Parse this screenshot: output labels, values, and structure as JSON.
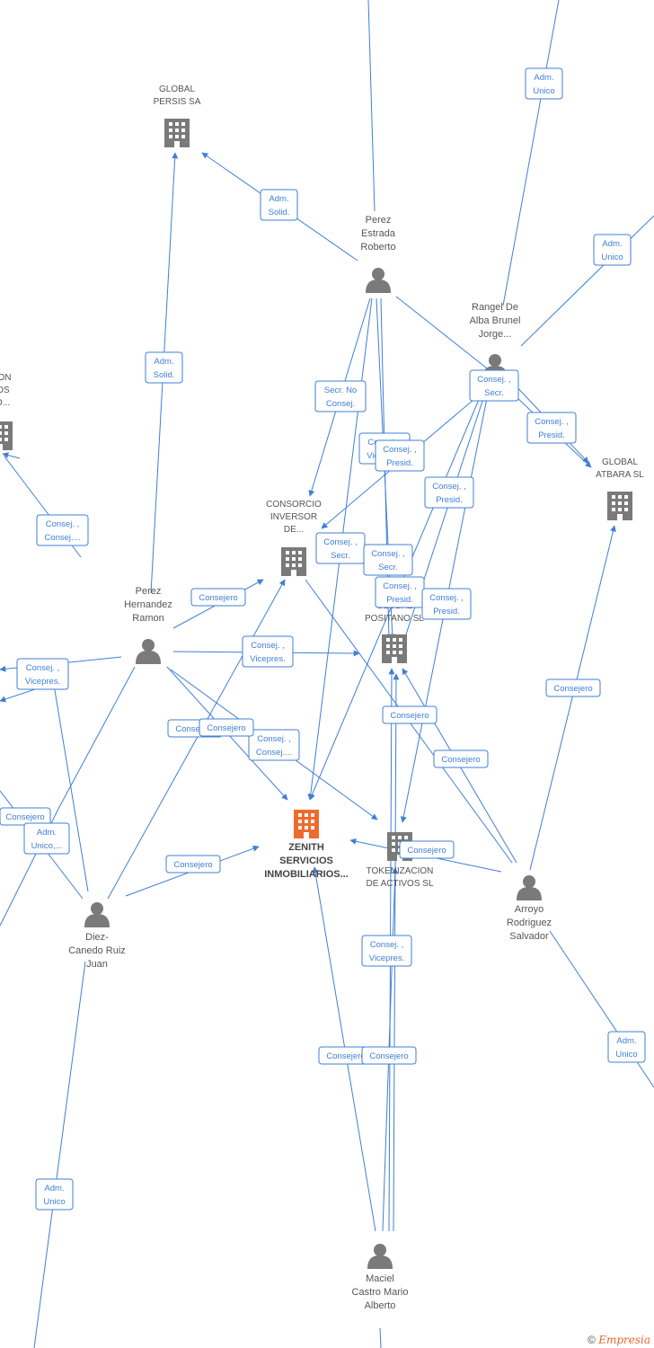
{
  "colors": {
    "edge": "#3f7fd4",
    "node": "#7a7a7a",
    "main_node": "#f06a2c",
    "label_text": "#555555"
  },
  "nodes": [
    {
      "id": "global_persis",
      "type": "company",
      "icon": "building-icon",
      "lines": [
        "GLOBAL",
        "PERSIS SA"
      ]
    },
    {
      "id": "perez_estrada",
      "type": "person",
      "icon": "person-icon",
      "lines": [
        "Perez",
        "Estrada",
        "Roberto"
      ]
    },
    {
      "id": "rangel",
      "type": "person",
      "icon": "person-icon",
      "lines": [
        "Rangel De",
        "Alba Brunel",
        "Jorge..."
      ]
    },
    {
      "id": "global_atbara",
      "type": "company",
      "icon": "building-icon",
      "lines": [
        "GLOBAL",
        "ATBARA  SL"
      ]
    },
    {
      "id": "cion_vos",
      "type": "company",
      "icon": "building-icon",
      "lines": [
        "CION",
        "VOS",
        "AD..."
      ]
    },
    {
      "id": "consorcio",
      "type": "company",
      "icon": "building-icon",
      "lines": [
        "CONSORCIO",
        "INVERSOR",
        "DE..."
      ]
    },
    {
      "id": "perez_hernandez",
      "type": "person",
      "icon": "person-icon",
      "lines": [
        "Perez",
        "Hernandez",
        "Ramon"
      ]
    },
    {
      "id": "global_positano",
      "type": "company",
      "icon": "building-icon",
      "lines": [
        "GLOBAL",
        "POSITANO  SL"
      ]
    },
    {
      "id": "zenith",
      "type": "main-company",
      "icon": "building-icon",
      "lines": [
        "ZENITH",
        "SERVICIOS",
        "INMOBILIARIOS..."
      ]
    },
    {
      "id": "tokenizacion",
      "type": "company",
      "icon": "building-icon",
      "lines": [
        "TOKENIZACION",
        "DE ACTIVOS  SL"
      ]
    },
    {
      "id": "arroyo",
      "type": "person",
      "icon": "person-icon",
      "lines": [
        "Arroyo",
        "Rodriguez",
        "Salvador"
      ]
    },
    {
      "id": "diez_canedo",
      "type": "person",
      "icon": "person-icon",
      "lines": [
        "Diez-",
        "Canedo Ruiz",
        "Juan"
      ]
    },
    {
      "id": "maciel",
      "type": "person",
      "icon": "person-icon",
      "lines": [
        "Maciel",
        "Castro Mario",
        "Alberto"
      ]
    }
  ],
  "edge_labels": [
    [
      "Adm.",
      "Unico"
    ],
    [
      "Adm.",
      "Solid."
    ],
    [
      "Adm.",
      "Unico"
    ],
    [
      "Adm.",
      "Solid."
    ],
    [
      "Secr.  No",
      "Consej."
    ],
    [
      "Consej. ,",
      "Secr."
    ],
    [
      "Consej. ,",
      "Presid."
    ],
    [
      "Consej. ,",
      "Vicepres."
    ],
    [
      "Consej. ,",
      "Presid."
    ],
    [
      "Consej. ,",
      "Presid."
    ],
    [
      "Consej. ,",
      "Consej...."
    ],
    [
      "Consej. ,",
      "Secr."
    ],
    [
      "Consej. ,",
      "Secr."
    ],
    [
      "Consej. ,",
      "Presid."
    ],
    [
      "Consej. ,",
      "Presid."
    ],
    [
      "Consejero"
    ],
    [
      "Consej. ,",
      "Vicepres."
    ],
    [
      "Consej. ,",
      "Vicepres."
    ],
    [
      "Consejero"
    ],
    [
      "Consejero"
    ],
    [
      "Consejero"
    ],
    [
      "Consej. ,",
      "Consej...."
    ],
    [
      "Consejero"
    ],
    [
      "Consejero"
    ],
    [
      "Consejero"
    ],
    [
      "Adm.",
      "Unico,..."
    ],
    [
      "Consejero"
    ],
    [
      "Consejero"
    ],
    [
      "Consej. ,",
      "Vicepres."
    ],
    [
      "Adm.",
      "Unico"
    ],
    [
      "Consejero"
    ],
    [
      "Consejero"
    ],
    [
      "Adm.",
      "Unico"
    ]
  ],
  "footer": {
    "copyright": "©",
    "brand": "Empresia"
  }
}
